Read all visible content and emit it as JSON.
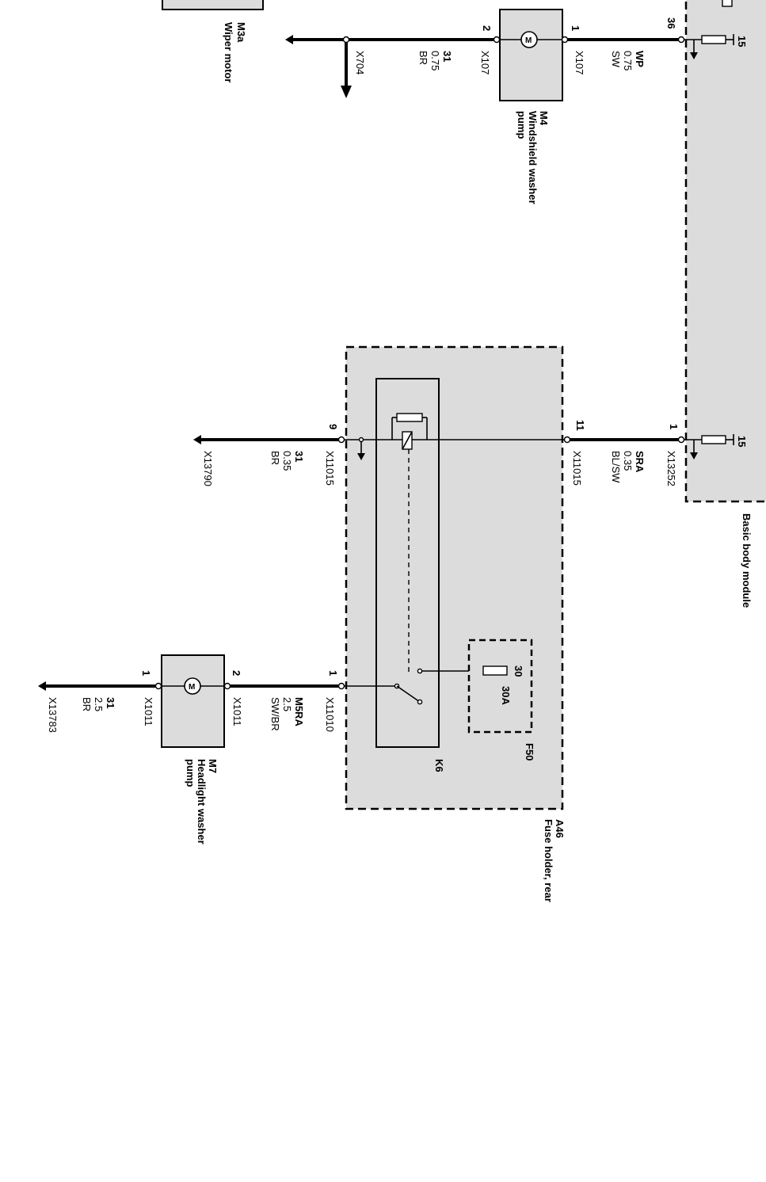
{
  "components": {
    "m3a": {
      "id": "M3a",
      "name": "Wiper motor"
    },
    "m4": {
      "id": "M4",
      "name_line1": "Windshield washer",
      "name_line2": "pump"
    },
    "bbm": {
      "name": "Basic body module"
    },
    "a46": {
      "id": "A46",
      "name": "Fuse holder, rear"
    },
    "k6": {
      "id": "K6"
    },
    "f50": {
      "id": "F50",
      "rating": "30A",
      "terminal": "30"
    },
    "m7": {
      "id": "M7",
      "name_line1": "Headlight washer",
      "name_line2": "pump"
    }
  },
  "pins": {
    "m4_1": "1",
    "m4_2": "2",
    "bbm_36": "36",
    "bbm_1": "1",
    "a46_11": "11",
    "a46_9": "9",
    "a46_1": "1",
    "m7_2": "2",
    "m7_1": "1",
    "term15_a": "15",
    "term15_b": "15"
  },
  "wires": {
    "w_wp": {
      "signal": "WP",
      "gauge": "0.75",
      "color": "SW",
      "connector": "X107"
    },
    "w_m4g": {
      "signal": "31",
      "gauge": "0.75",
      "color": "BR",
      "connector": "X107"
    },
    "w_sra": {
      "signal": "SRA",
      "gauge": "0.35",
      "color": "BL/SW",
      "connector": "X11015",
      "connector2": "X13252"
    },
    "w_k6g": {
      "signal": "31",
      "gauge": "0.35",
      "color": "BR",
      "connector": "X11015",
      "ground": "X13790"
    },
    "w_m5ra": {
      "signal": "M5RA",
      "gauge": "2.5",
      "color": "SW/BR",
      "connector": "X11010",
      "connector2": "X1011"
    },
    "w_m7g": {
      "signal": "31",
      "gauge": "2.5",
      "color": "BR",
      "connector": "X1011",
      "ground": "X13783"
    }
  },
  "connectors": {
    "x704": "X704"
  }
}
